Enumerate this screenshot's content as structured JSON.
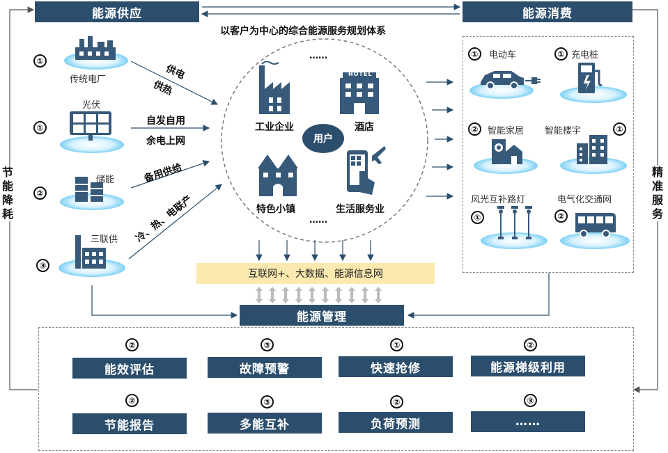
{
  "headers": {
    "supply": "能源供应",
    "consumption": "能源消费",
    "management": "能源管理"
  },
  "center": {
    "title": "以客户为中心的综合能源服务规划体系",
    "user": "用户",
    "industrial": "工业企业",
    "hotel": "酒店",
    "hotel_sign": "HOTEL",
    "town": "特色小镇",
    "life": "生活服务业",
    "ellipsis_top": "……",
    "ellipsis_bottom": "……"
  },
  "supply": [
    {
      "num": "①",
      "label": "传统电厂",
      "arrow": [
        "供电",
        "供热"
      ]
    },
    {
      "num": "①",
      "label": "光伏",
      "arrow": [
        "自发自用",
        "余电上网"
      ]
    },
    {
      "num": "②",
      "label": "储能",
      "arrow": [
        "备用供给"
      ]
    },
    {
      "num": "③",
      "label": "三联供",
      "arrow": [
        "冷、热、电联产"
      ]
    }
  ],
  "consumption": [
    {
      "num": "①",
      "label": "电动车"
    },
    {
      "num": "①",
      "label": "充电桩"
    },
    {
      "num": "②",
      "label": "智能家居"
    },
    {
      "num": "①",
      "label": "智能楼宇"
    },
    {
      "num": "①",
      "label": "风光互补路灯"
    },
    {
      "num": "②",
      "label": "电气化交通网"
    }
  ],
  "internet": "互联网+、大数据、能源信息网",
  "side": {
    "left": "节能降耗",
    "right": "精准服务"
  },
  "management_items": [
    {
      "num": "②",
      "label": "能效评估"
    },
    {
      "num": "③",
      "label": "故障预警"
    },
    {
      "num": "①",
      "label": "快速抢修"
    },
    {
      "num": "②",
      "label": "能源梯级利用"
    },
    {
      "num": "②",
      "label": "节能报告"
    },
    {
      "num": "③",
      "label": "多能互补"
    },
    {
      "num": "②",
      "label": "负荷预测"
    },
    {
      "num": "③",
      "label": "……"
    }
  ],
  "colors": {
    "header": "#2c4e6d",
    "icon": "#37597a",
    "internet_bar": "#fbe9b0",
    "glow": "#7fd1f5"
  }
}
